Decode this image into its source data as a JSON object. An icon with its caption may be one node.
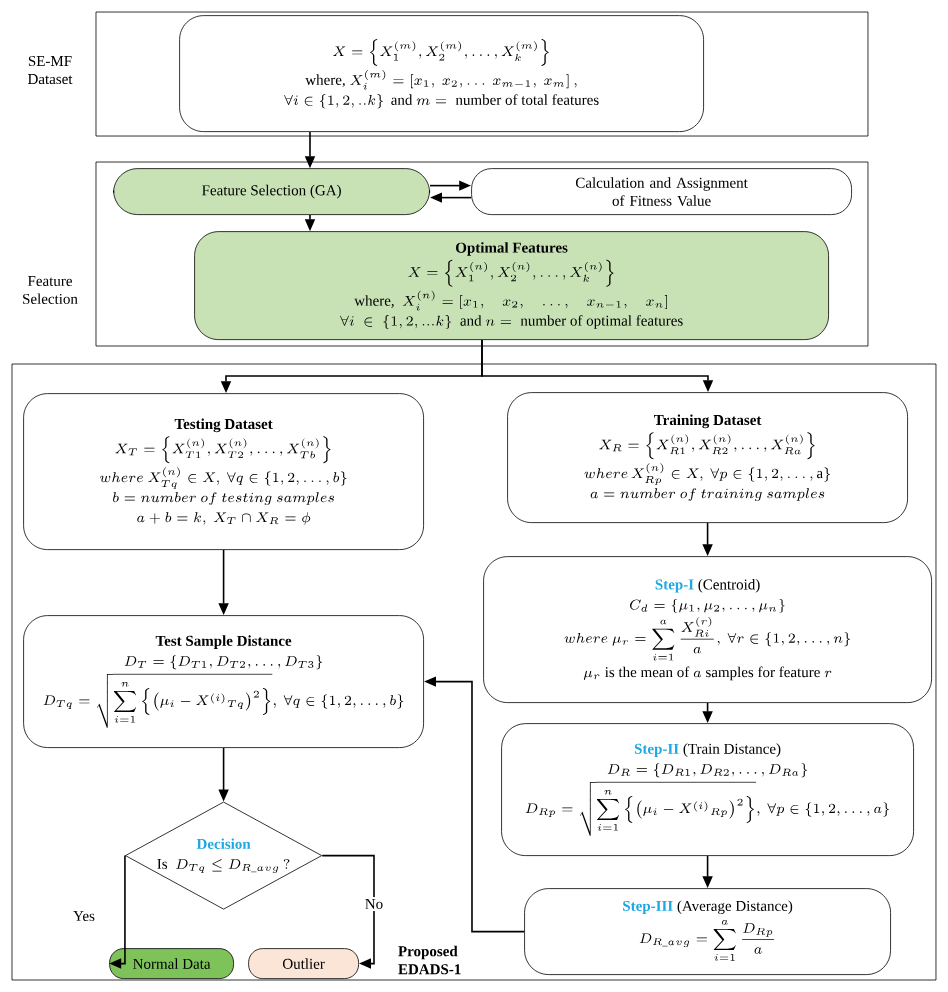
{
  "diagram": {
    "nodes": [
      {
        "text": [
          "SE-MF Dataset"
        ]
      },
      {
        "text": [
          "X=\\left\\{X_1^{(m)},X_2^{(m)},\\ldots,X_k^{(m)}\\right\\}",
          "\\text{where, } X_i^{(m)}=\\left[x_1,\\ x_2,\\ldots\\ x_{m-1},\\ x_m\\right],",
          "\\forall i\\in\\left\\{1,2,..k\\right\\}\\text{ and } m=\\text{ number of total features}"
        ],
        "in": 0
      },
      {
        "text": [
          "Feature Selection"
        ]
      },
      {
        "text": [
          "Feature Selection (GA)"
        ],
        "in": 2
      },
      {
        "text": [
          "Calculation and Assignment of Fitness Value"
        ],
        "in": 2
      },
      {
        "text": [
          "Optimal Features",
          "X=\\left\\{X_1^{(n)},X_2^{(n)},\\ldots,X_k^{(n)}\\right\\}",
          "\\text{where, }\\ X_i^{(n)}=\\left[x_1,\\quad x_2,\\quad \\ldots,\\quad x_{n-1},\\quad x_n\\right]",
          "\\forall i\\ \\in\\ \\{1,2,...k\\}\\ \\text{ and } n=\\text{ number of optimal features}"
        ],
        "in": 2
      },
      {
        "text": [
          "Proposed EDADS-1"
        ]
      },
      {
        "text": [
          "Testing Dataset",
          "X_T=\\left\\{X_{T1}^{(n)},X_{T2}^{(n)},\\ldots,X_{Tb}^{(n)}\\right\\}",
          "where\\ X_{Tq}^{(n)}\\in X,\\ \\forall q\\in\\{1,2,\\ldots,b\\}",
          "b=number\\ of\\ testing\\ samples",
          "a+b=k,\\ X_T\\cap X_R=\\phi"
        ],
        "in": 6
      },
      {
        "text": [
          "Training Dataset",
          "X_R=\\left\\{X_{R1}^{(n)},X_{R2}^{(n)},\\ldots,X_{Ra}^{(n)}\\right\\}",
          "where\\,X_{Rp}^{(n)}\\in X,\\ \\forall p\\in\\{1,2,\\ldots,\\mathrm{a}\\}",
          "a=number\\ of\\ training\\ samples"
        ],
        "in": 6
      },
      {
        "text": [
          "Test Sample Distance",
          "D_T=\\{D_{T1},D_{T2},\\ldots,D_{T3}\\}",
          "D_{Tq}=\\sqrt{\\sum_{i=1}^{n}\\left\\{\\left(\\mu_i-X^{(i)}{}_{Tq}\\right)^2\\right\\}},\\ \\forall q\\in\\{1,2,\\ldots,b\\}"
        ],
        "in": 6
      },
      {
        "text": [
          "Step-I",
          "(Centroid)",
          "C_d=\\left\\{\\mu_1,\\mu_2,\\ldots,\\mu_n\\right\\}",
          "where\\ \\mu_r=\\sum_{i=1}^{a}\\frac{X_{Ri}^{(r)}}{a},\\ \\forall r\\in\\{1,2,\\ldots,n\\}",
          "\\mu_r\\text{ is the mean of }a\\text{ samples for feature }r"
        ],
        "in": 6
      },
      {
        "text": [
          "Step-II",
          "(Train Distance)",
          "D_R=\\{D_{R1},D_{R2},\\ldots,D_{Ra}\\}",
          "D_{Rp}=\\sqrt{\\sum_{i=1}^{n}\\left\\{\\left(\\mu_i-X^{(i)}{}_{Rp}\\right)^2\\right\\}},\\ \\forall p\\in\\{1,2,\\ldots,a\\}"
        ],
        "in": 6
      },
      {
        "text": [
          "Step-III",
          "(Average Distance)",
          "D_{R\\_avg}=\\sum_{i=1}^{a}\\frac{D_{Rp}}{a}"
        ],
        "in": 6
      },
      {
        "text": [
          "Decision",
          "\\text{Is }\\ D_{Tq}\\le D_{R\\_avg}\\,?"
        ],
        "in": 6
      },
      {
        "text": [
          "Normal Data"
        ],
        "in": 6
      },
      {
        "text": [
          "Outlier"
        ],
        "in": 6
      }
    ],
    "edges": [
      {
        "from": 1,
        "to": 3,
        "arrow": "to"
      },
      {
        "from": 3,
        "to": 4,
        "arrow": "to"
      },
      {
        "from": 4,
        "to": 3,
        "arrow": "to"
      },
      {
        "from": 3,
        "to": 5,
        "arrow": "to"
      },
      {
        "from": 5,
        "to": 7,
        "arrow": "to"
      },
      {
        "from": 5,
        "to": 8,
        "arrow": "to"
      },
      {
        "from": 7,
        "to": 9,
        "arrow": "to"
      },
      {
        "from": 8,
        "to": 10,
        "arrow": "to"
      },
      {
        "from": 10,
        "to": 11,
        "arrow": "to"
      },
      {
        "from": 11,
        "to": 12,
        "arrow": "to"
      },
      {
        "from": 12,
        "to": 9,
        "arrow": "to"
      },
      {
        "from": 13,
        "to": 14,
        "arrow": "to",
        "label": "Yes"
      },
      {
        "from": 13,
        "to": 15,
        "arrow": "to",
        "label": "No"
      },
      {
        "from": 9,
        "to": 13,
        "arrow": "to"
      }
    ]
  }
}
